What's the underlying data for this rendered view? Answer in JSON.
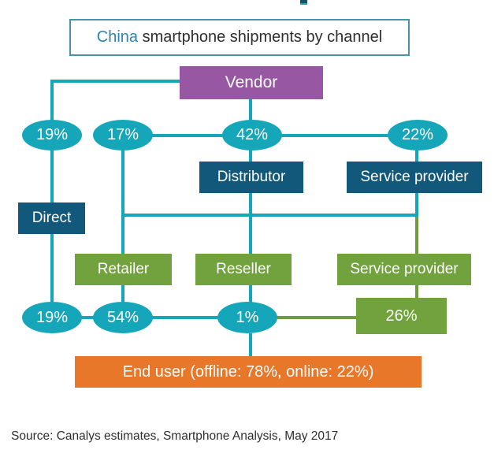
{
  "title": {
    "accent": "China",
    "rest": " smartphone shipments by channel"
  },
  "nodes": {
    "vendor": "Vendor",
    "direct": "Direct",
    "distributor": "Distributor",
    "service_provider_upper": "Service provider",
    "retailer": "Retailer",
    "reseller": "Reseller",
    "service_provider_lower": "Service provider",
    "end_user": "End user (offline: 78%, online: 22%)"
  },
  "percentages": {
    "vendor_to_direct": "19%",
    "vendor_to_retailer": "17%",
    "vendor_to_distributor": "42%",
    "vendor_to_service_provider": "22%",
    "direct_to_end_user": "19%",
    "retailer_to_end_user": "54%",
    "reseller_to_end_user": "1%",
    "service_provider_to_end_user": "26%"
  },
  "source_note": "Source: Canalys estimates, Smartphone Analysis, May 2017",
  "colors": {
    "teal": "#16A6B9",
    "purple": "#9757A2",
    "dark_blue": "#12587A",
    "green": "#71A23E",
    "green_line": "#6F9C3C",
    "orange": "#E8772A",
    "title_accent": "#2C84AE",
    "text_dark": "#2E2E2E"
  }
}
